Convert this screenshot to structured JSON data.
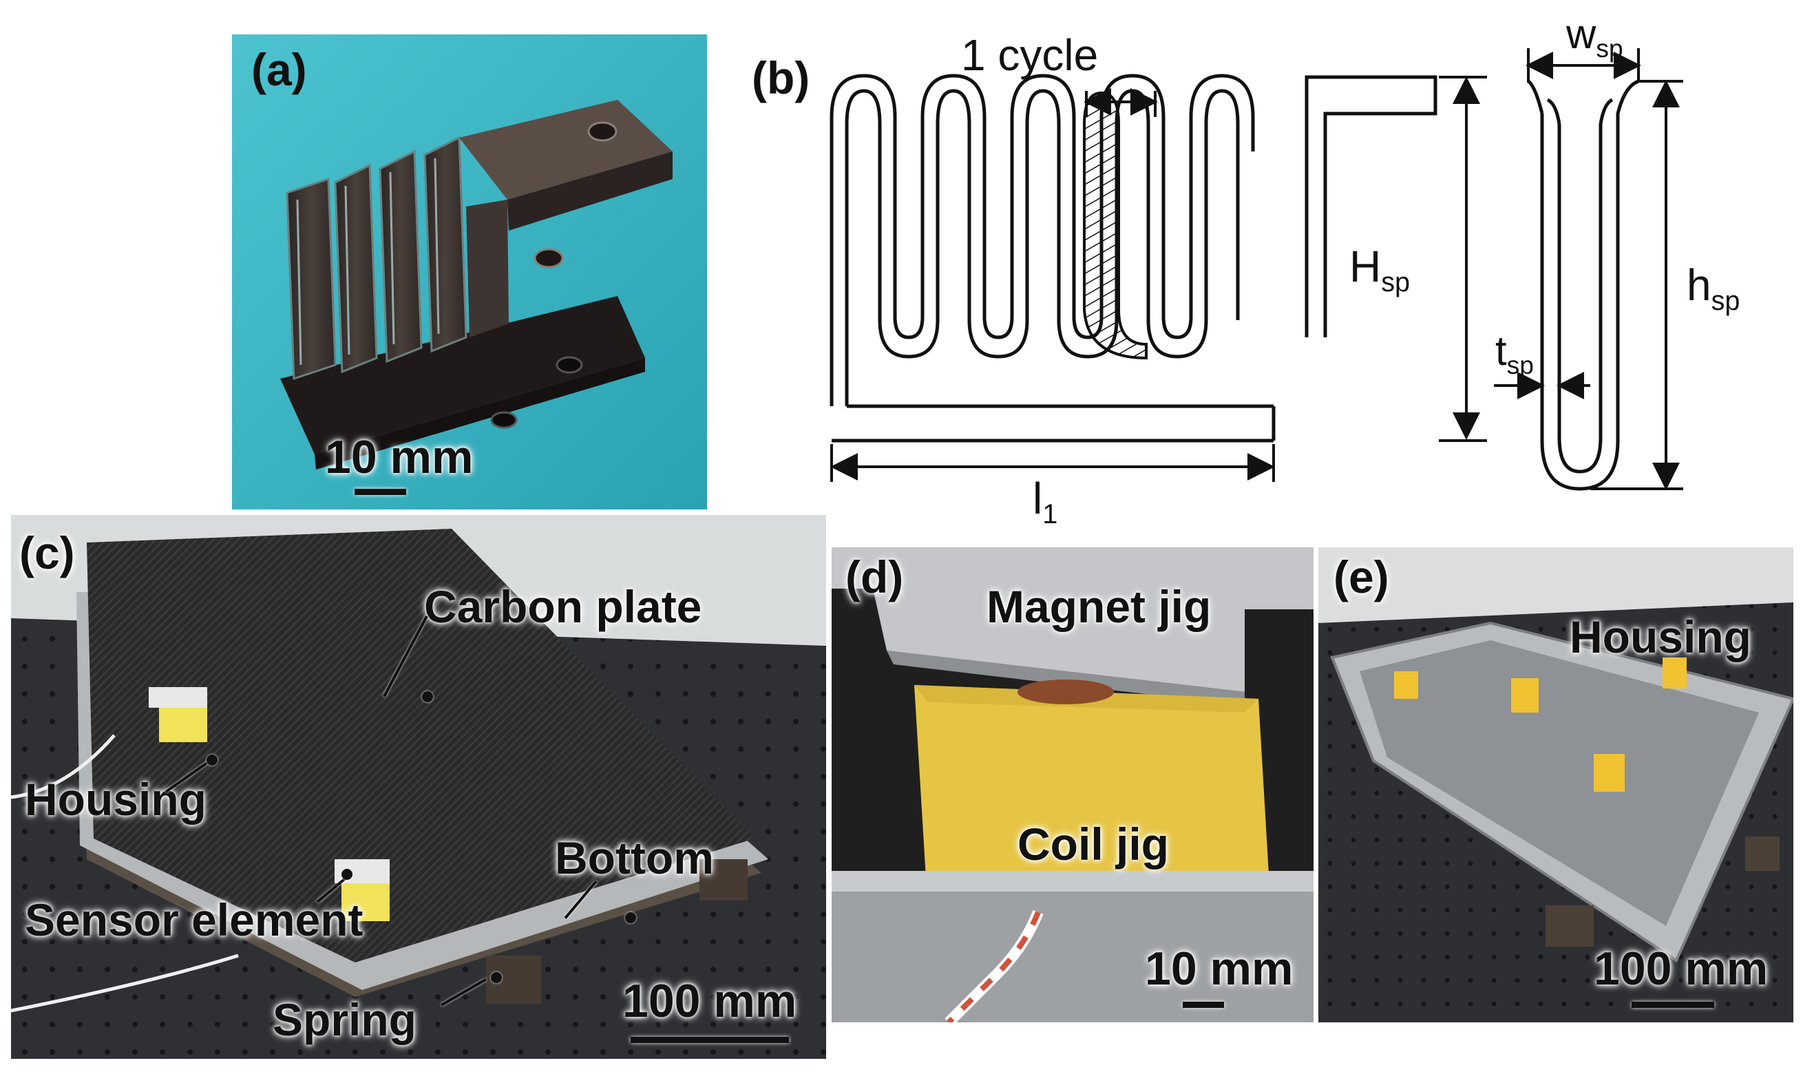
{
  "panels": {
    "a": {
      "label": "(a)",
      "scale": "10 mm"
    },
    "b": {
      "label": "(b)",
      "cycle": "1 cycle",
      "H_main": "H",
      "H_sub": "sp",
      "l_main": "l",
      "l_sub": "1",
      "w_main": "w",
      "w_sub": "sp",
      "h_main": "h",
      "h_sub": "sp",
      "t_main": "t",
      "t_sub": "sp"
    },
    "c": {
      "label": "(c)",
      "carbon": "Carbon plate",
      "housing": "Housing",
      "bottom": "Bottom",
      "sensor": "Sensor element",
      "spring": "Spring",
      "scale": "100 mm"
    },
    "d": {
      "label": "(d)",
      "magnet": "Magnet jig",
      "coil": "Coil jig",
      "scale": "10 mm"
    },
    "e": {
      "label": "(e)",
      "housing": "Housing",
      "scale": "100 mm"
    }
  },
  "colors": {
    "teal_bg": "#3bb6c4",
    "metal_dark": "#3b3431",
    "carbon": "#2c2c2c",
    "tape_yellow": "#e8c640",
    "aluminum": "#b9bcbf",
    "table": "#2d2f33"
  }
}
